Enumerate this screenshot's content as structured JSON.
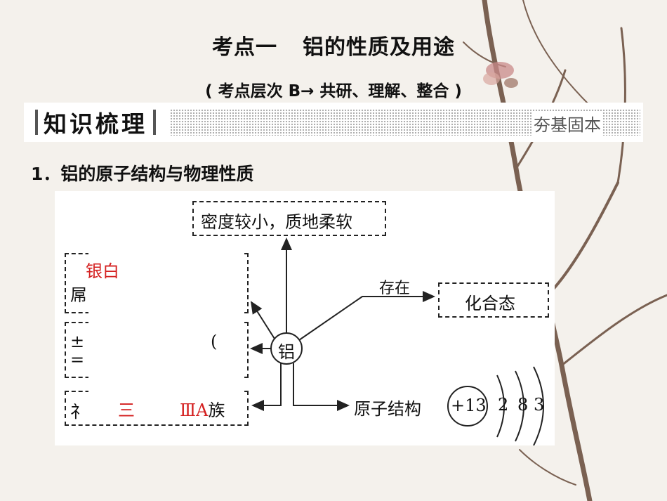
{
  "header": {
    "title_part1": "考点一",
    "title_part2": "铝的性质及用途",
    "subtitle": "( 考点层次 B→ 共研、理解、整合 )"
  },
  "banner": {
    "left_label": "知识梳理",
    "right_label": "夯基固本"
  },
  "section": {
    "heading": "1．铝的原子结构与物理性质"
  },
  "diagram": {
    "center": "铝",
    "top_box": "密度较小，质地柔软",
    "exist_label": "存在",
    "exist_box": "化合态",
    "structure_label": "原子结构",
    "nucleus": "+13",
    "shells": [
      "2",
      "8",
      "3"
    ],
    "left_box1_answer": "银白",
    "left_box1_partial": "屌",
    "left_box2_partial": "±",
    "left_box2_partial2": "=",
    "left_box2_right_partial": "(",
    "left_box3_partial": "礻",
    "period_answer": "三",
    "group_answer": "ⅢA",
    "group_suffix": "族"
  },
  "colors": {
    "answer_red": "#d42020",
    "line": "#222222"
  }
}
